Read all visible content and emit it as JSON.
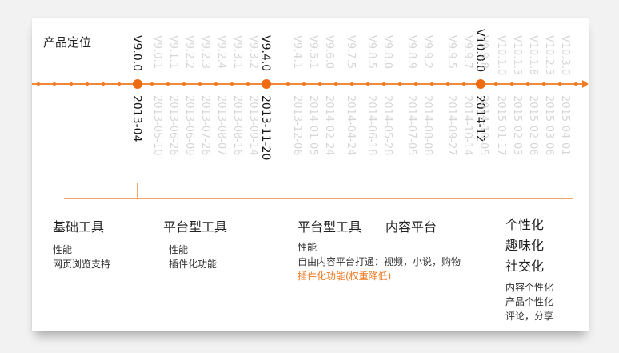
{
  "title": "产品定位",
  "major_versions": [
    {
      "version": "V9.0.0",
      "date": "2013-04"
    },
    {
      "version": "V9.4.0",
      "date": "2013-11-20"
    },
    {
      "version": "V10.0.0",
      "date": "2014-12"
    }
  ],
  "minor_columns": [
    [
      "V9.0.1",
      "2013-05-10"
    ],
    [
      "V9.1.1",
      "2013-06-26"
    ],
    [
      "V9.2.2",
      "2013-06-09"
    ],
    [
      "V9.2.3",
      "2013-07-26"
    ],
    [
      "V9.2.4",
      "2013-08-07"
    ],
    [
      "V9.3.1",
      "2013-08-16"
    ],
    [
      "V9.3.2",
      "2013-09-14"
    ],
    [
      "V9.4.1",
      "2013-12-06"
    ],
    [
      "V9.5.1",
      "2014-01-05"
    ],
    [
      "V9.6.0",
      "2014-02-24"
    ],
    [
      "V9.7.5",
      "2014-04-24"
    ],
    [
      "V9.8.5",
      "2014-06-18"
    ],
    [
      "V9.8.0",
      "2014-05-28"
    ],
    [
      "V9.8.9",
      "2014-07-05"
    ],
    [
      "V9.9.2",
      "2014-08-08"
    ],
    [
      "V9.9.5",
      "2014-09-27"
    ],
    [
      "V9.9.7",
      "2014-10-14"
    ],
    [
      "V9.9.8",
      "2014-10-05"
    ],
    [
      "V10.1.0",
      "2015-01-17"
    ],
    [
      "V10.1.3",
      "2015-02-03"
    ],
    [
      "V10.1.8",
      "2015-02-06"
    ],
    [
      "V10.2.3",
      "2015-03-06"
    ],
    [
      "V10.3.0",
      "2015-04-01"
    ]
  ],
  "sections": {
    "s1": {
      "title": "基础工具",
      "items": [
        "性能",
        "网页浏览支持"
      ]
    },
    "s2": {
      "title": "平台型工具",
      "items": [
        "性能",
        "插件化功能"
      ]
    },
    "s3": {
      "title": "平台型工具",
      "title2": "内容平台",
      "items": [
        "性能",
        "自由内容平台打通：视频，小说，购物"
      ],
      "highlight": "插件化功能(权重降低)"
    },
    "s4": {
      "titles": [
        "个性化",
        "趣味化",
        "社交化"
      ],
      "items": [
        "内容个性化",
        "产品个性化",
        "评论，分享"
      ]
    }
  },
  "colors": {
    "accent": "#f07a22",
    "line": "#f2a46a",
    "faded": "#d6d6d6"
  }
}
